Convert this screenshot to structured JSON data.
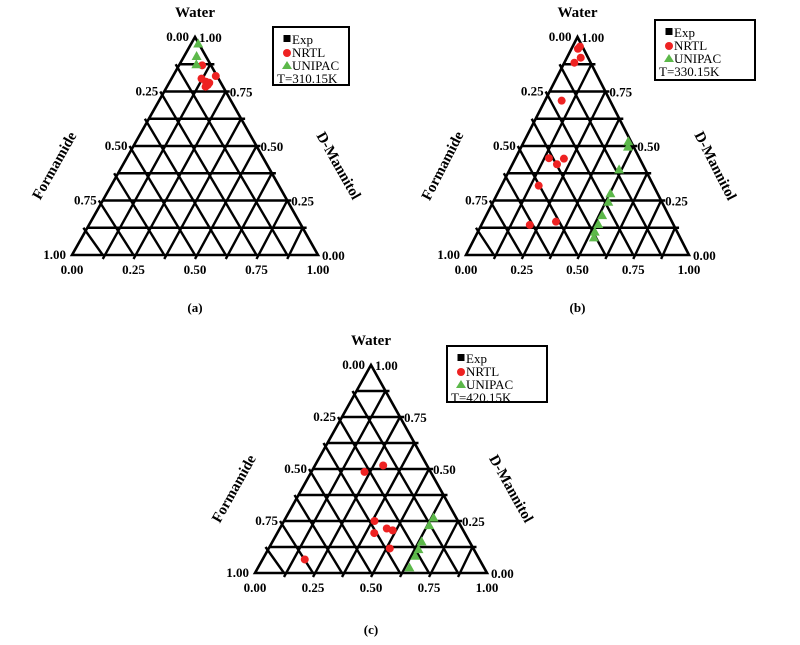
{
  "chart_data": [
    {
      "type": "scatter",
      "subtype": "ternary",
      "caption": "(a)",
      "top_label": "Water",
      "left_label": "Formamide",
      "right_label": "D-Mannitol",
      "left_ticks": [
        "0.00",
        "0.25",
        "0.50",
        "0.75",
        "1.00"
      ],
      "right_ticks": [
        "1.00",
        "0.75",
        "0.50",
        "0.25",
        "0.00"
      ],
      "bottom_ticks": [
        "0.00",
        "0.25",
        "0.50",
        "0.75",
        "1.00"
      ],
      "grid_divisions": 8,
      "legend": {
        "entries": [
          "Exp",
          "NRTL",
          "UNIPAC"
        ],
        "note": "T=310.15K",
        "placement": "top-right"
      },
      "series": [
        {
          "name": "Exp",
          "color": "#000000",
          "marker": "square",
          "points": []
        },
        {
          "name": "NRTL",
          "color": "#ee2222",
          "marker": "circle",
          "points": [
            {
              "water": 0.87,
              "d_mannitol": 0.094
            },
            {
              "water": 0.821,
              "d_mannitol": 0.174
            },
            {
              "water": 0.809,
              "d_mannitol": 0.122
            },
            {
              "water": 0.795,
              "d_mannitol": 0.147
            },
            {
              "water": 0.79,
              "d_mannitol": 0.163
            },
            {
              "water": 0.772,
              "d_mannitol": 0.157
            },
            {
              "water": 0.78,
              "d_mannitol": 0.162
            }
          ]
        },
        {
          "name": "UNIPAC",
          "color": "#5cb84a",
          "marker": "triangle",
          "points": [
            {
              "water": 0.97,
              "d_mannitol": 0.028
            },
            {
              "water": 0.913,
              "d_mannitol": 0.05
            },
            {
              "water": 0.875,
              "d_mannitol": 0.068
            }
          ]
        }
      ]
    },
    {
      "type": "scatter",
      "subtype": "ternary",
      "caption": "(b)",
      "top_label": "Water",
      "left_label": "Formamide",
      "right_label": "D-Mannitol",
      "left_ticks": [
        "0.00",
        "0.25",
        "0.50",
        "0.75",
        "1.00"
      ],
      "right_ticks": [
        "1.00",
        "0.75",
        "0.50",
        "0.25",
        "0.00"
      ],
      "bottom_ticks": [
        "0.00",
        "0.25",
        "0.50",
        "0.75",
        "1.00"
      ],
      "grid_divisions": 8,
      "legend": {
        "entries": [
          "Exp",
          "NRTL",
          "UNIPAC"
        ],
        "note": "T=330.15K",
        "placement": "top-right"
      },
      "series": [
        {
          "name": "Exp",
          "color": "#000000",
          "marker": "square",
          "points": []
        },
        {
          "name": "NRTL",
          "color": "#ee2222",
          "marker": "circle",
          "points": [
            {
              "water": 0.946,
              "d_mannitol": 0.029
            },
            {
              "water": 0.956,
              "d_mannitol": 0.033
            },
            {
              "water": 0.905,
              "d_mannitol": 0.062
            },
            {
              "water": 0.882,
              "d_mannitol": 0.045
            },
            {
              "water": 0.708,
              "d_mannitol": 0.075
            },
            {
              "water": 0.444,
              "d_mannitol": 0.15
            },
            {
              "water": 0.416,
              "d_mannitol": 0.2
            },
            {
              "water": 0.442,
              "d_mannitol": 0.218
            },
            {
              "water": 0.318,
              "d_mannitol": 0.167
            },
            {
              "water": 0.138,
              "d_mannitol": 0.217
            },
            {
              "water": 0.153,
              "d_mannitol": 0.327
            }
          ]
        },
        {
          "name": "UNIPAC",
          "color": "#5cb84a",
          "marker": "triangle",
          "points": [
            {
              "water": 0.522,
              "d_mannitol": 0.467
            },
            {
              "water": 0.497,
              "d_mannitol": 0.478
            },
            {
              "water": 0.393,
              "d_mannitol": 0.49
            },
            {
              "water": 0.283,
              "d_mannitol": 0.506
            },
            {
              "water": 0.244,
              "d_mannitol": 0.516
            },
            {
              "water": 0.183,
              "d_mannitol": 0.519
            },
            {
              "water": 0.142,
              "d_mannitol": 0.522
            },
            {
              "water": 0.107,
              "d_mannitol": 0.524
            },
            {
              "water": 0.081,
              "d_mannitol": 0.533
            }
          ]
        }
      ]
    },
    {
      "type": "scatter",
      "subtype": "ternary",
      "caption": "(c)",
      "top_label": "Water",
      "left_label": "Formamide",
      "right_label": "D-Mannitol",
      "left_ticks": [
        "0.00",
        "0.25",
        "0.50",
        "0.75",
        "1.00"
      ],
      "right_ticks": [
        "1.00",
        "0.75",
        "0.50",
        "0.25",
        "0.00"
      ],
      "bottom_ticks": [
        "0.00",
        "0.25",
        "0.50",
        "0.75",
        "1.00"
      ],
      "grid_divisions": 8,
      "legend": {
        "entries": [
          "Exp",
          "NRTL",
          "UNIPAC"
        ],
        "note": "T=420.15K",
        "placement": "top-right"
      },
      "series": [
        {
          "name": "Exp",
          "color": "#000000",
          "marker": "square",
          "points": []
        },
        {
          "name": "NRTL",
          "color": "#ee2222",
          "marker": "circle",
          "points": [
            {
              "water": 0.486,
              "d_mannitol": 0.229
            },
            {
              "water": 0.517,
              "d_mannitol": 0.294
            },
            {
              "water": 0.25,
              "d_mannitol": 0.39
            },
            {
              "water": 0.192,
              "d_mannitol": 0.418
            },
            {
              "water": 0.214,
              "d_mannitol": 0.461
            },
            {
              "water": 0.205,
              "d_mannitol": 0.491
            },
            {
              "water": 0.118,
              "d_mannitol": 0.522
            },
            {
              "water": 0.065,
              "d_mannitol": 0.182
            }
          ]
        },
        {
          "name": "UNIPAC",
          "color": "#5cb84a",
          "marker": "triangle",
          "points": [
            {
              "water": 0.267,
              "d_mannitol": 0.636
            },
            {
              "water": 0.23,
              "d_mannitol": 0.636
            },
            {
              "water": 0.152,
              "d_mannitol": 0.642
            },
            {
              "water": 0.115,
              "d_mannitol": 0.647
            },
            {
              "water": 0.083,
              "d_mannitol": 0.649
            },
            {
              "water": 0.027,
              "d_mannitol": 0.652
            }
          ]
        }
      ]
    }
  ]
}
